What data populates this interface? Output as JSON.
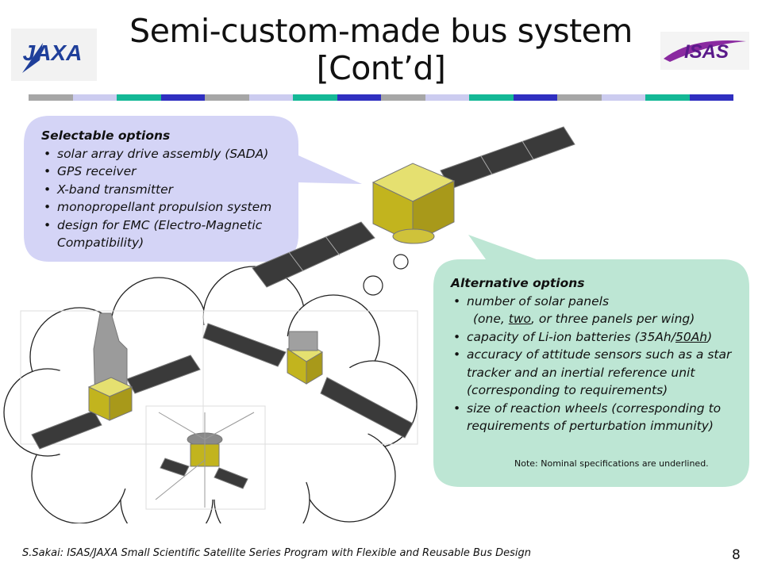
{
  "title": {
    "line1": "Semi-custom-made bus system",
    "line2": "[Cont’d]"
  },
  "logos": {
    "left": "JAXA",
    "right": "ISAS"
  },
  "stripe_colors": [
    "#a6a6a6",
    "#ccccf0",
    "#14b896",
    "#2f2fc0",
    "#a6a6a6",
    "#ccccf0",
    "#14b896",
    "#2f2fc0",
    "#a6a6a6",
    "#ccccf0",
    "#14b896",
    "#2f2fc0",
    "#a6a6a6",
    "#ccccf0",
    "#14b896",
    "#2f2fc0"
  ],
  "selectable": {
    "heading": "Selectable options",
    "items": [
      "solar array drive assembly (SADA)",
      "GPS receiver",
      "X-band transmitter",
      "monopropellant propulsion system",
      "design for EMC (Electro-Magnetic Compatibility)"
    ]
  },
  "alternative": {
    "heading": "Alternative options",
    "item1": "number of solar panels",
    "item1_sub_a": "(one, ",
    "item1_sub_u": "two",
    "item1_sub_b": ", or three panels per wing)",
    "item2_a": "capacity of Li-ion batteries (35Ah/",
    "item2_u": "50Ah",
    "item2_b": ")",
    "item3": "accuracy of attitude sensors such as a star tracker and an inertial reference unit (corresponding to requirements)",
    "item4": "size of reaction wheels (corresponding to requirements of perturbation immunity)"
  },
  "note": "Note: Nominal specifications are underlined.",
  "footer": "S.Sakai: ISAS/JAXA Small Scientific Satellite Series Program with Flexible and Reusable Bus Design",
  "page_number": "8"
}
